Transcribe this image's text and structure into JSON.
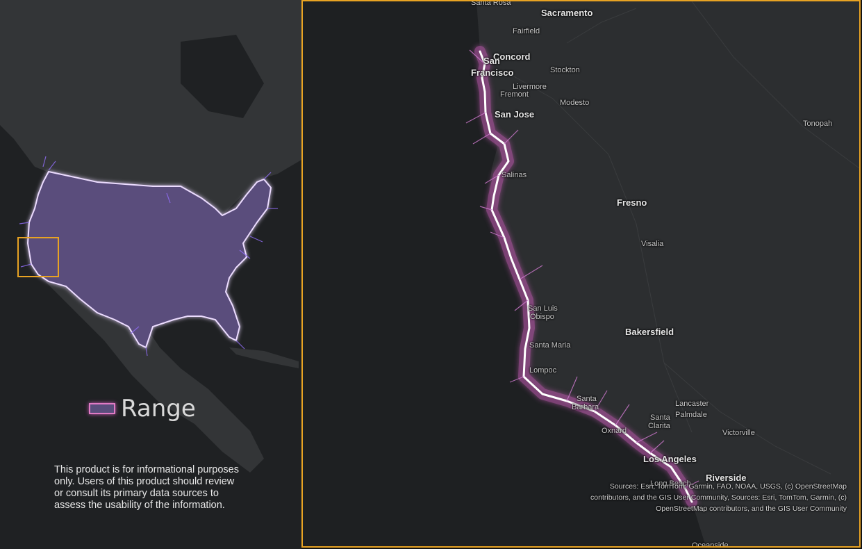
{
  "legend": {
    "label": "Range"
  },
  "disclaimer": "This product is for informational purposes only. Users of this product should review or consult its primary data sources to assess the usability of the information.",
  "attribution": "Sources: Esri, TomTom, Garmin, FAO, NOAA, USGS, (c) OpenStreetMap contributors, and the GIS User Community, Sources: Esri, TomTom, Garmin, (c) OpenStreetMap contributors, and the GIS User Community",
  "cities": {
    "santa_rosa": "Santa Rosa",
    "sacramento": "Sacramento",
    "fairfield": "Fairfield",
    "concord": "Concord",
    "san_francisco_1": "San",
    "san_francisco_2": "Francisco",
    "stockton": "Stockton",
    "livermore": "Livermore",
    "fremont": "Fremont",
    "modesto": "Modesto",
    "san_jose": "San Jose",
    "tonopah": "Tonopah",
    "salinas": "Salinas",
    "fresno": "Fresno",
    "visalia": "Visalia",
    "san_luis_obispo_1": "San Luis",
    "san_luis_obispo_2": "Obispo",
    "bakersfield": "Bakersfield",
    "santa_maria": "Santa Maria",
    "lompoc": "Lompoc",
    "santa_barbara_1": "Santa",
    "santa_barbara_2": "Barbara",
    "lancaster": "Lancaster",
    "palmdale": "Palmdale",
    "santa_clarita_1": "Santa",
    "santa_clarita_2": "Clarita",
    "oxnard": "Oxnard",
    "victorville": "Victorville",
    "los_angeles": "Los Angeles",
    "long_beach": "Long Beach",
    "riverside": "Riverside",
    "oceanside": "Oceanside"
  },
  "colors": {
    "frame": "#e8a323",
    "range_fill": "#5a4d7c",
    "range_outline": "#e07ac4",
    "glow": "#c35ab5",
    "water": "#1e2022",
    "land": "#2c2e30"
  }
}
